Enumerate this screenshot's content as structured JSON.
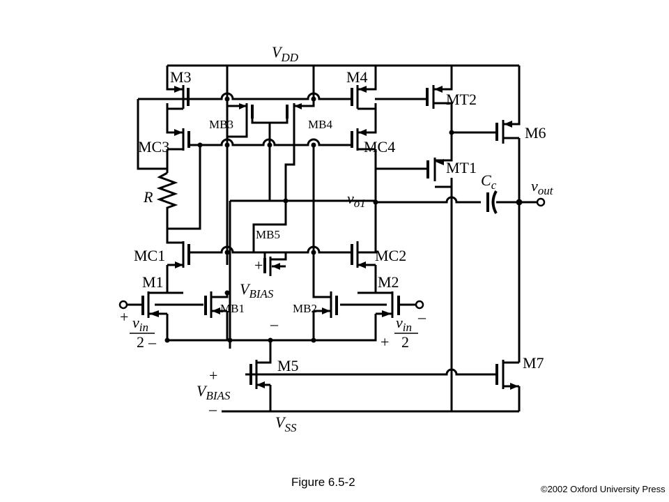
{
  "labels": {
    "vdd_v": "V",
    "vdd_sub": "DD",
    "vss_v": "V",
    "vss_sub": "SS",
    "m3": "M3",
    "m4": "M4",
    "mt2": "MT2",
    "m6": "M6",
    "mb3": "MB3",
    "mb4": "MB4",
    "mc3": "MC3",
    "mc4": "MC4",
    "mt1": "MT1",
    "cc_c": "C",
    "cc_sub": "c",
    "vout_v": "v",
    "vout_sub": "out",
    "r": "R",
    "vo1_v": "v",
    "vo1_sub": "o1",
    "mb5": "MB5",
    "mc1": "MC1",
    "mc2": "MC2",
    "m1": "M1",
    "m2": "M2",
    "mb1": "MB1",
    "mb2": "MB2",
    "vbias_v": "V",
    "vbias_sub": "BIAS",
    "plus": "+",
    "minus": "–",
    "vin_v": "v",
    "vin_sub": "in",
    "two": "2",
    "m5": "M5",
    "m7": "M7"
  },
  "caption": "Figure 6.5-2",
  "copyright": "©2002 Oxford University Press"
}
